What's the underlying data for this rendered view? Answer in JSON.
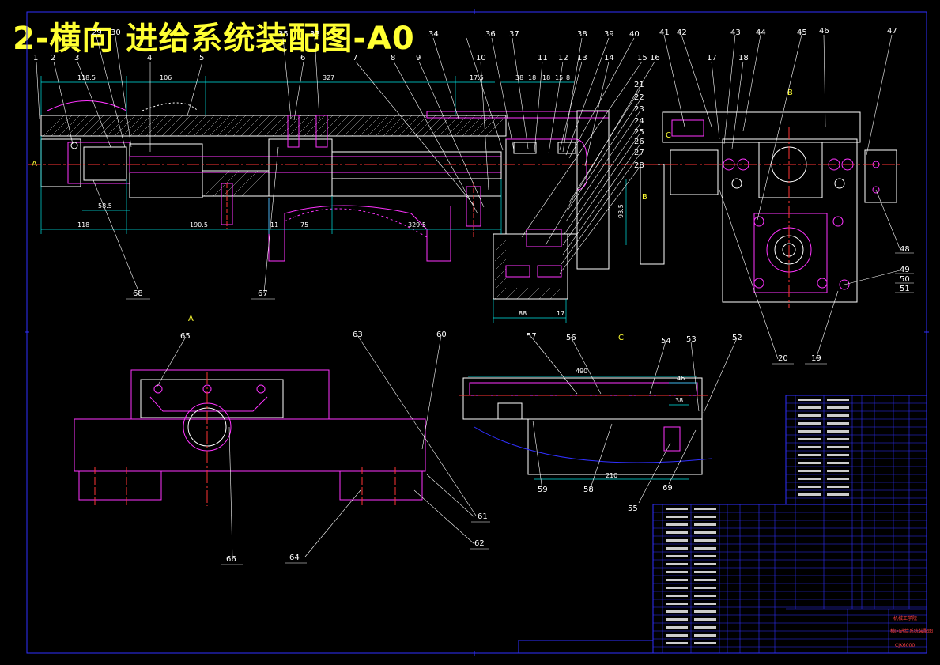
{
  "title": "2-横向 进给系统装配图-A0",
  "colors": {
    "outline": "#ff33ff",
    "section": "#ffffff",
    "center": "#ff3333",
    "dimension": "#00e5e5",
    "table": "#3030ff",
    "leader": "#ffffff",
    "label": "#ffff33"
  },
  "balloons": [
    "1",
    "2",
    "3",
    "29",
    "30",
    "4",
    "5",
    "35",
    "6",
    "33",
    "7",
    "8",
    "9",
    "34",
    "10",
    "36",
    "37",
    "11",
    "12",
    "13",
    "38",
    "39",
    "40",
    "14",
    "15",
    "16",
    "41",
    "42",
    "17",
    "18",
    "43",
    "44",
    "45",
    "46",
    "47",
    "21",
    "22",
    "23",
    "24",
    "25",
    "26",
    "27",
    "28",
    "48",
    "49",
    "50",
    "51",
    "19",
    "20",
    "68",
    "67",
    "65",
    "63",
    "60",
    "57",
    "56",
    "54",
    "53",
    "52",
    "61",
    "62",
    "64",
    "66",
    "59",
    "58",
    "55",
    "69"
  ],
  "dimensions": {
    "d1": "118.5",
    "d2": "106",
    "d3": "327",
    "d4": "17.5",
    "d5": "38",
    "d6": "18",
    "d7": "18",
    "d8": "15",
    "d9": "8",
    "d10": "58.5",
    "d11": "118",
    "d12": "190.5",
    "d13": "11",
    "d14": "75",
    "d15": "329.5",
    "d16": "88",
    "d17": "17",
    "d18": "93.5",
    "d19": "490",
    "d20": "46",
    "d21": "38",
    "d22": "210"
  },
  "view_labels": {
    "A_left": "A",
    "A_view": "A",
    "B_top": "B",
    "B_mid": "B",
    "C_mid": "C",
    "C_view": "C"
  },
  "title_block": {
    "r1": "机械工学院",
    "r2": "横向进给系统装配图",
    "r3": "CJK6000"
  }
}
